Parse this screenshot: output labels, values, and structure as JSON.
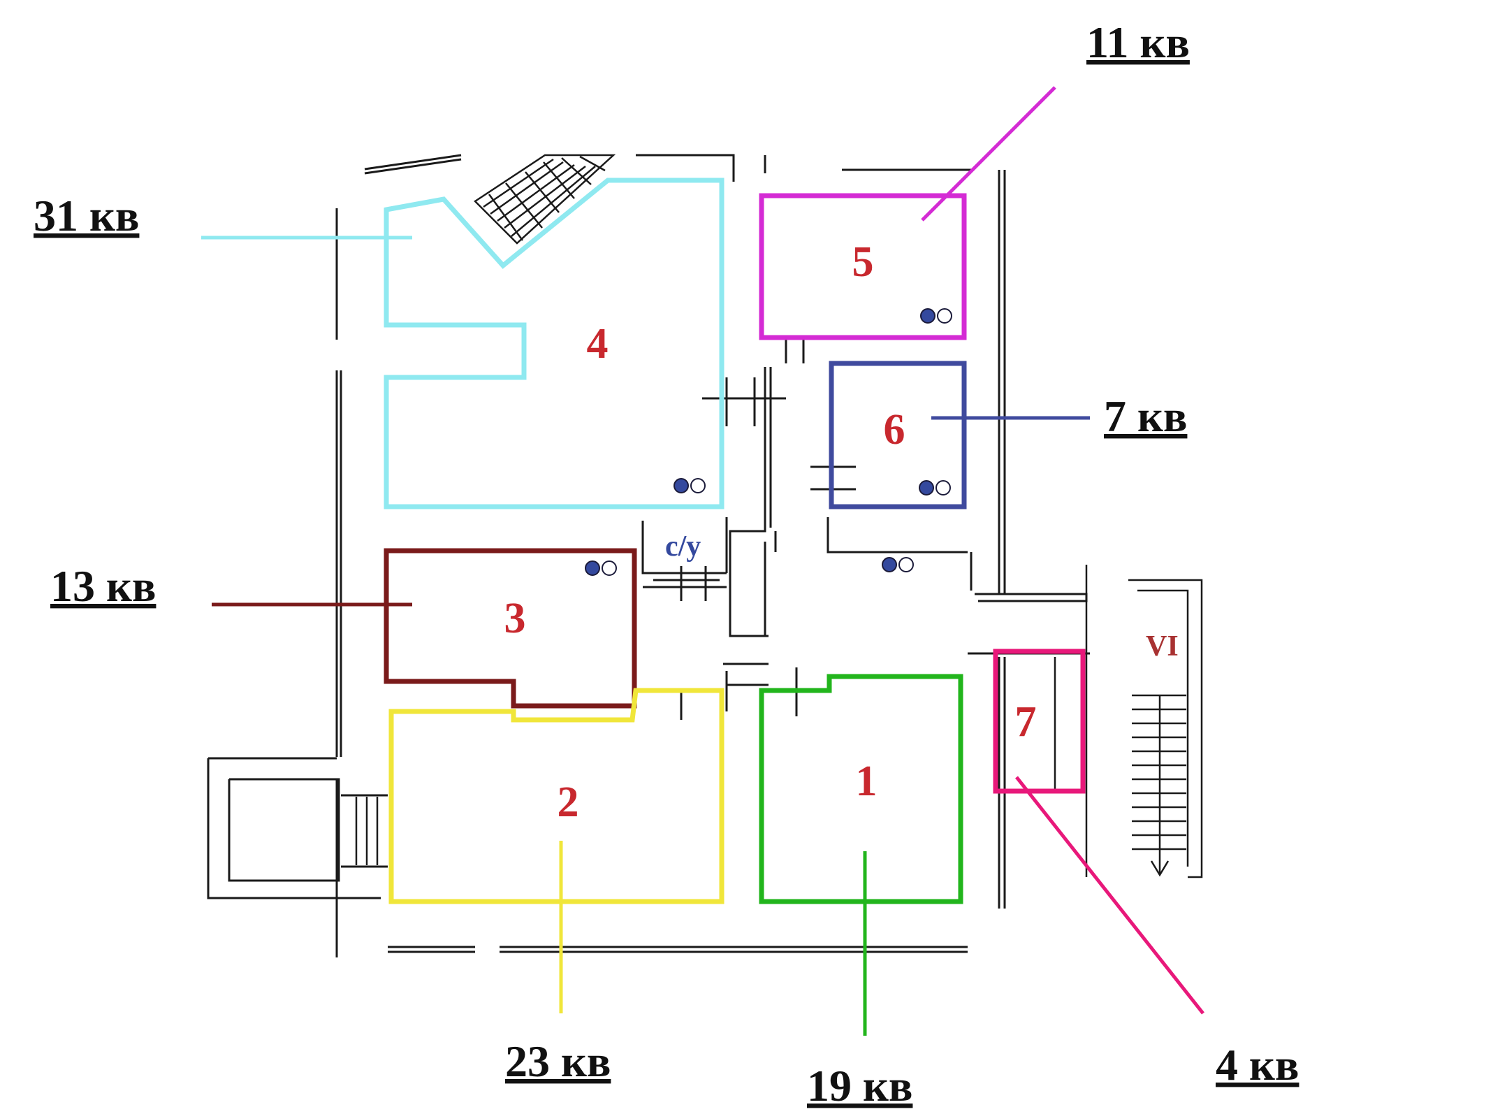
{
  "colors": {
    "room_number": "#c8282e",
    "dot": "#34499e",
    "zone_1": "#22b51c",
    "zone_2": "#f0e63a",
    "zone_3": "#7a1a1a",
    "zone_4": "#8fe9f0",
    "zone_5": "#d42bd4",
    "zone_6": "#3f4a9e",
    "zone_7": "#e8187a"
  },
  "rooms": [
    {
      "number": "1",
      "area_label": "19 кв"
    },
    {
      "number": "2",
      "area_label": "23 кв"
    },
    {
      "number": "3",
      "area_label": "13 кв"
    },
    {
      "number": "4",
      "area_label": "31 кв"
    },
    {
      "number": "5",
      "area_label": "11 кв"
    },
    {
      "number": "6",
      "area_label": "7 кв"
    },
    {
      "number": "7",
      "area_label": "4 кв"
    }
  ],
  "wc_label": "с/у",
  "staircase_label": "VI"
}
